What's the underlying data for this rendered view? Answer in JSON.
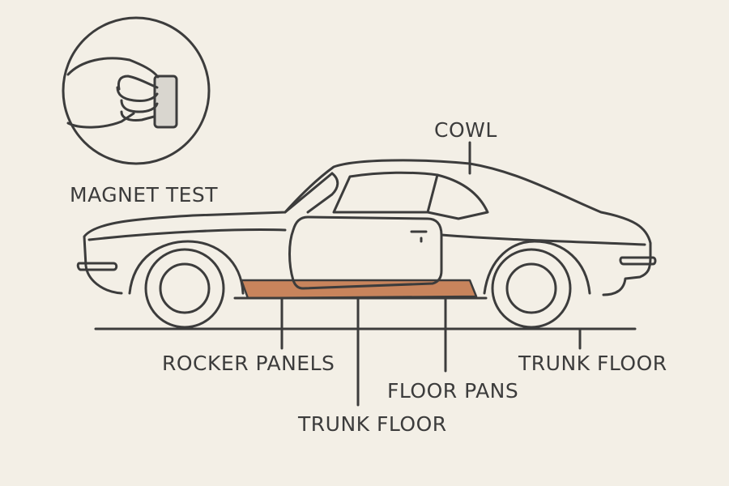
{
  "labels": {
    "magnet_test": "MAGNET TEST",
    "cowl": "COWL",
    "rocker_panels": "ROCKER PANELS",
    "floor_pans": "FLOOR PANS",
    "trunk_floor_center": "TRUNK FLOOR",
    "trunk_floor_right": "TRUNK FLOOR"
  },
  "colors": {
    "background": "#f3efe6",
    "line": "#3c3c3c",
    "rust_highlight": "#c8845c",
    "magnet_fill": "#d9d6cf"
  },
  "icons": {
    "magnet": "hand-holding-magnet-icon",
    "car": "classic-coupe-side-view"
  }
}
